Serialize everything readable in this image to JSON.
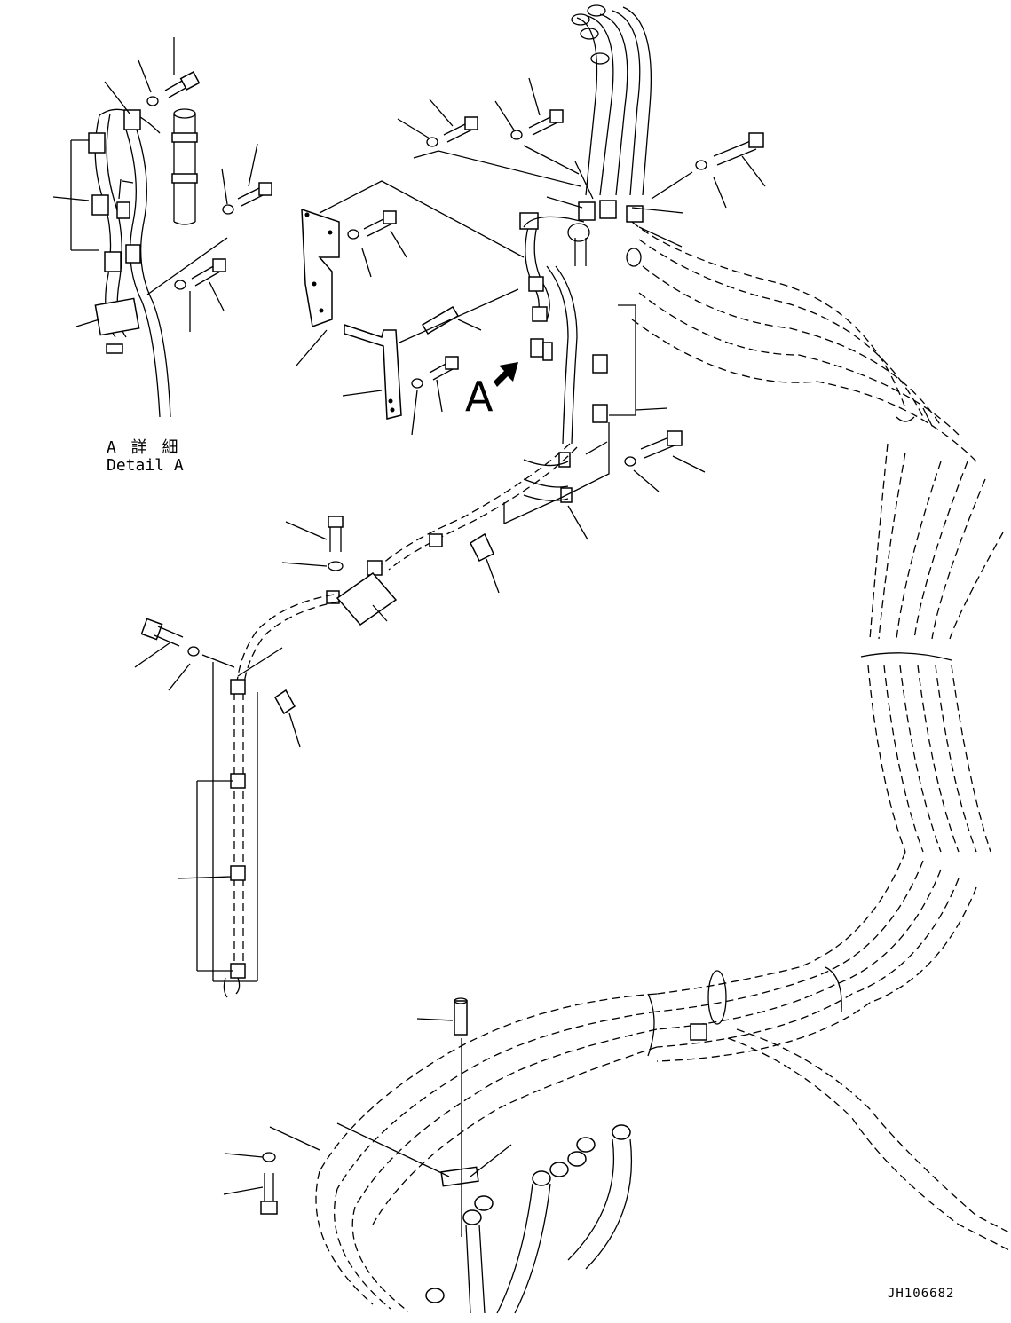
{
  "detail": {
    "title_jp": "A 詳 細",
    "title_en": "Detail A"
  },
  "view": {
    "letter": "A"
  },
  "drawing": {
    "id": "JH106682"
  }
}
